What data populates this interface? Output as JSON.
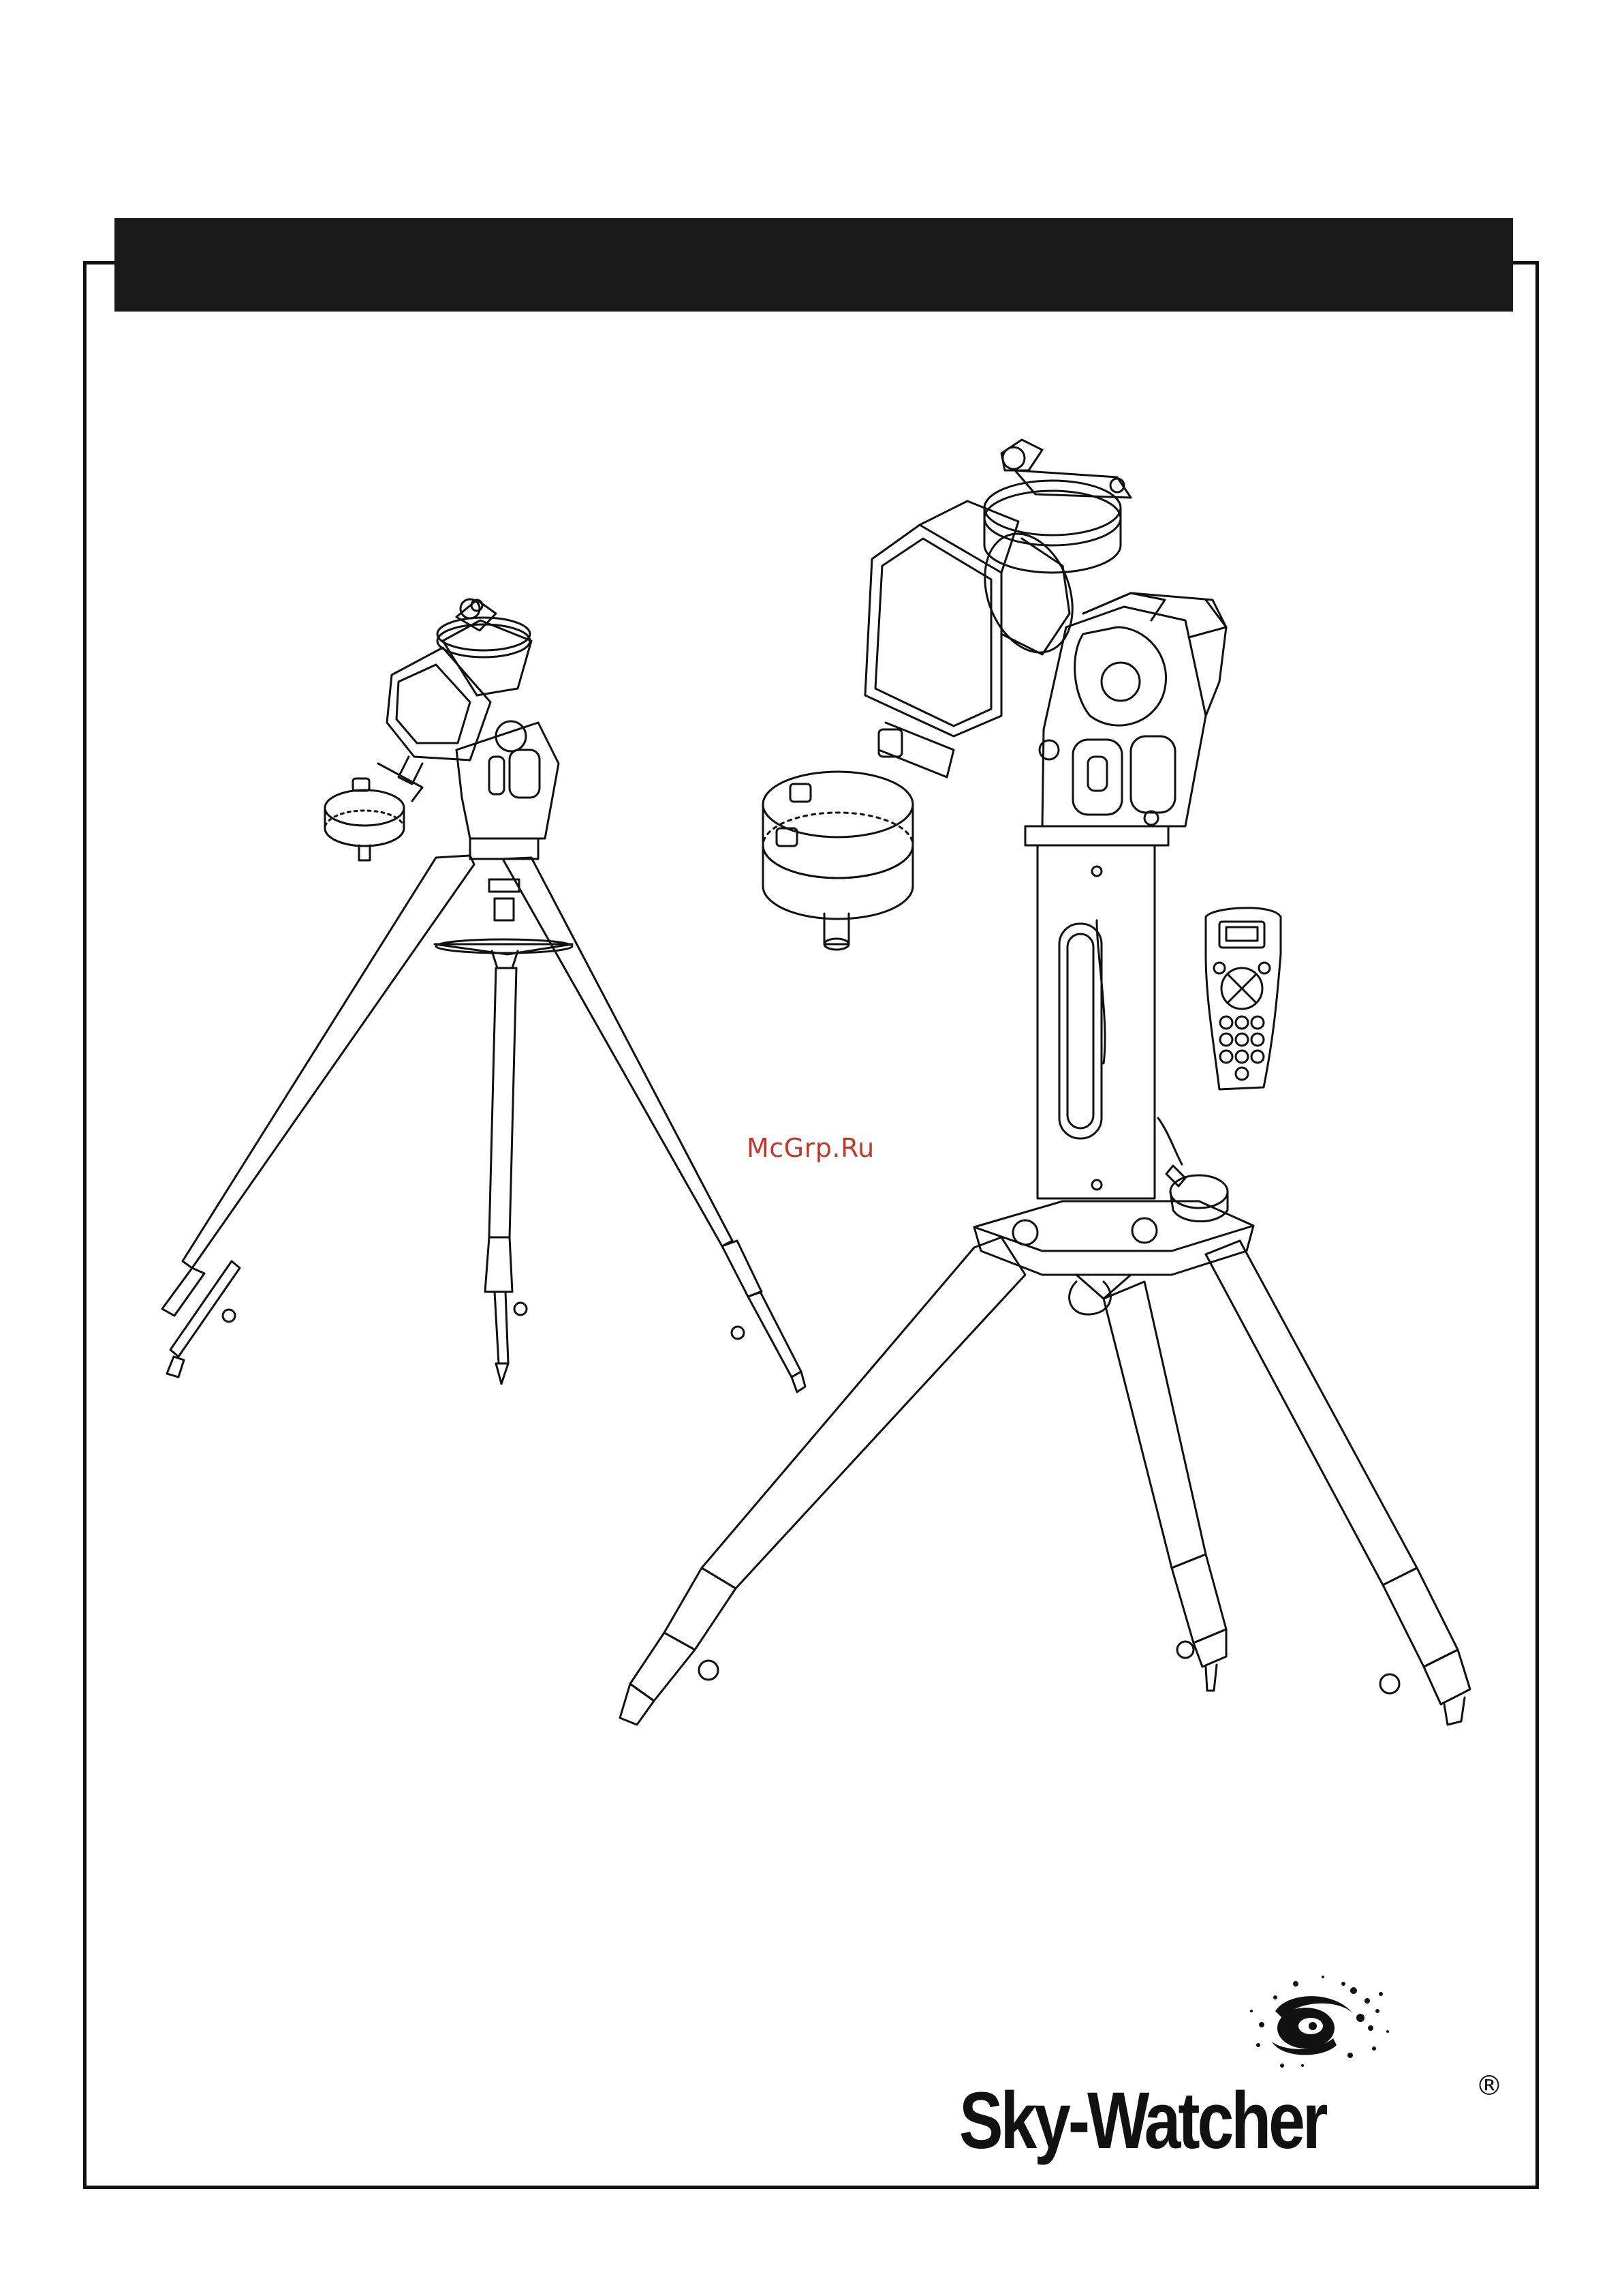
{
  "header": {
    "title": ""
  },
  "watermark": {
    "text": "McGrp.Ru"
  },
  "brand": {
    "name": "Sky-Watcher",
    "registered_mark": "®"
  },
  "illustrations": [
    {
      "id": "mount-small",
      "icon": "telescope-mount-tripod-icon"
    },
    {
      "id": "mount-large",
      "icon": "telescope-mount-tripod-icon"
    },
    {
      "id": "hand-controller",
      "icon": "hand-controller-icon"
    }
  ],
  "colors": {
    "frame": "#111111",
    "title_bar": "#1a1a1a",
    "watermark": "#c0392b"
  }
}
